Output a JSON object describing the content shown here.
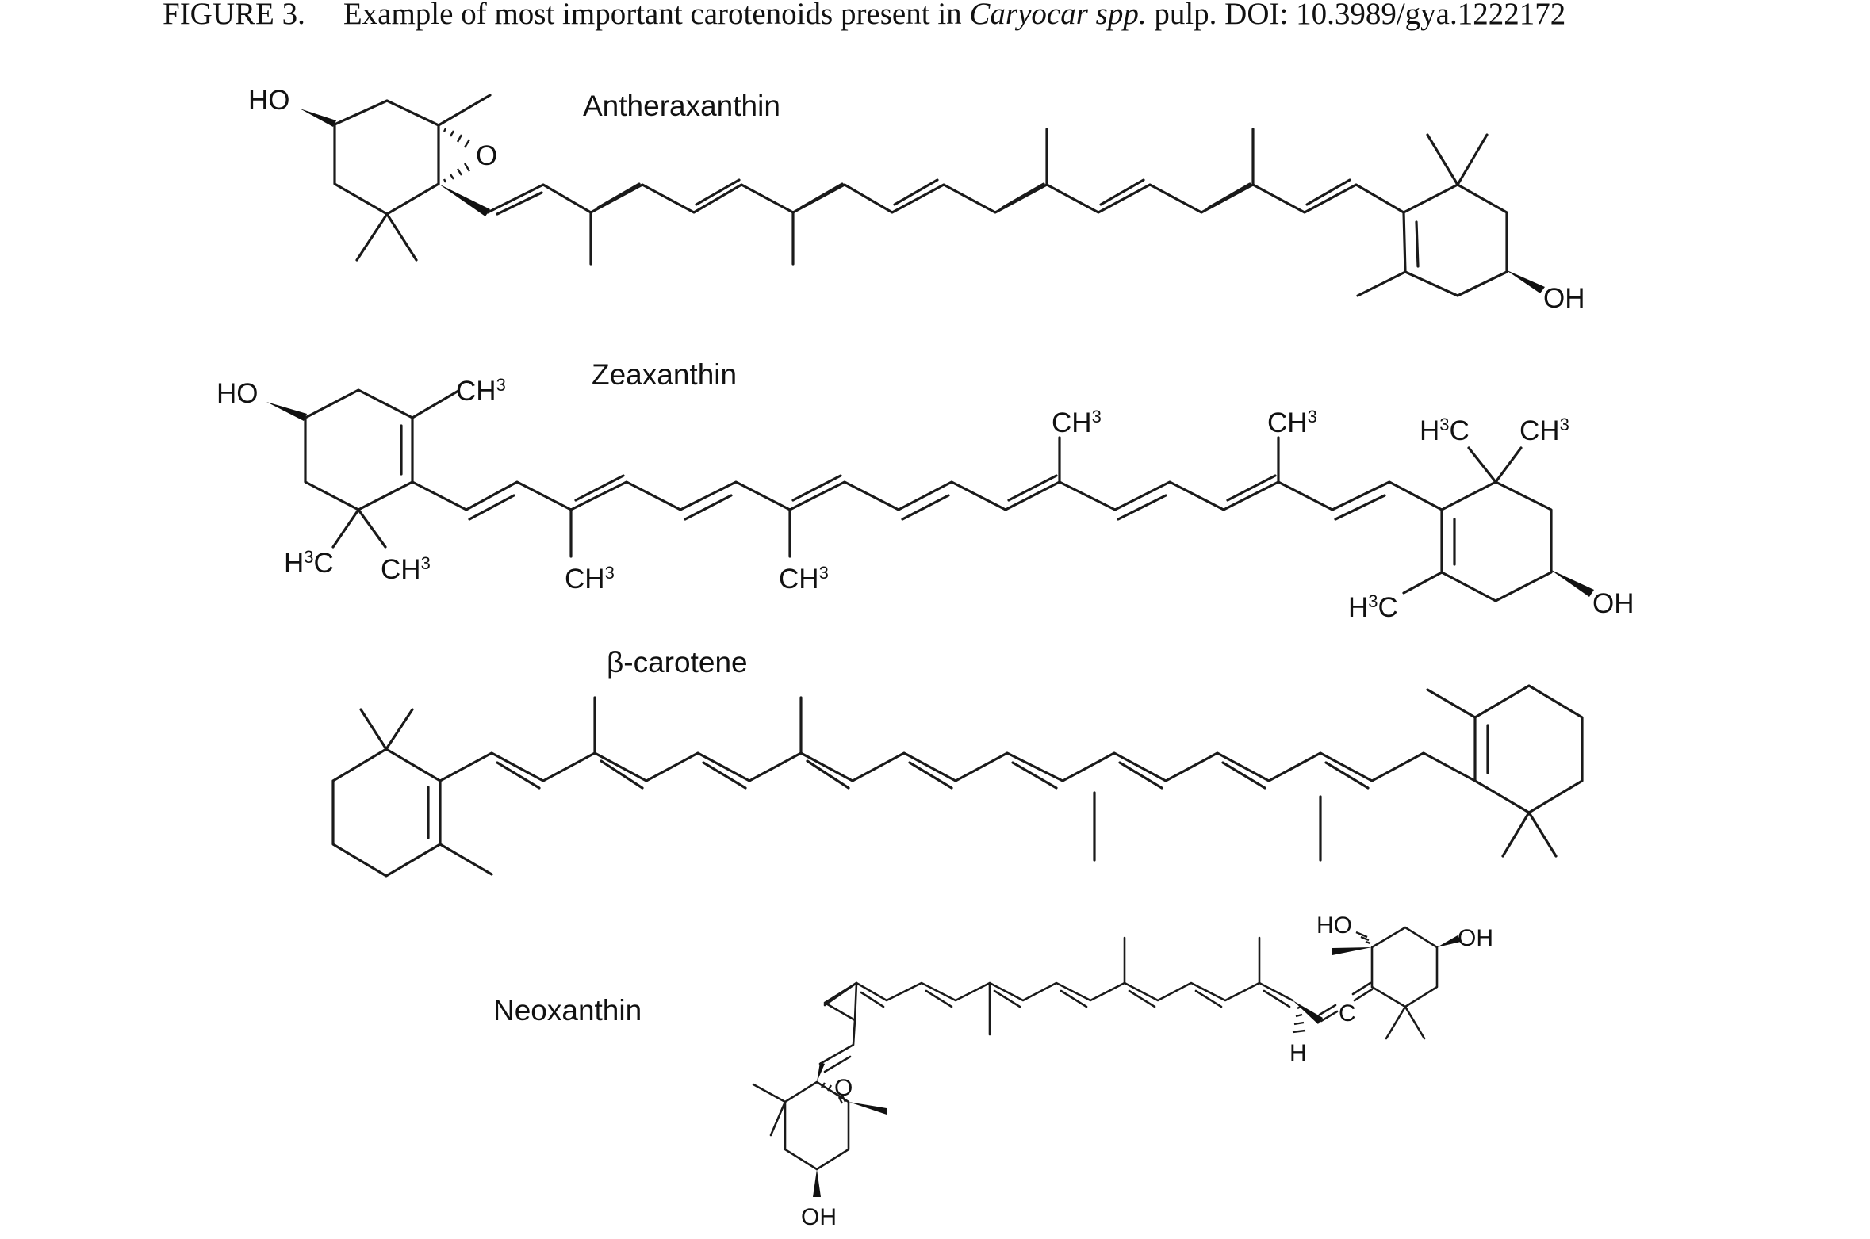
{
  "caption": {
    "label": "FIGURE 3.",
    "text_before": "Example of most important carotenoids present in ",
    "italic": "Caryocar spp.",
    "text_after": " pulp. DOI: 10.3989/gya.1222172"
  },
  "molecules": {
    "antheraxanthin": {
      "name": "Antheraxanthin",
      "labels": {
        "ho": "HO",
        "o": "O",
        "oh": "OH"
      }
    },
    "zeaxanthin": {
      "name": "Zeaxanthin",
      "labels": {
        "ho": "HO",
        "oh": "OH",
        "ch": "CH",
        "hc": "H",
        "c": "C",
        "sup": "3"
      }
    },
    "beta_carotene": {
      "name": "β-carotene"
    },
    "neoxanthin": {
      "name": "Neoxanthin",
      "labels": {
        "ho": "HO",
        "oh_top": "OH",
        "oh_bottom": "OH",
        "o": "O",
        "c": "C",
        "h": "H"
      }
    }
  }
}
